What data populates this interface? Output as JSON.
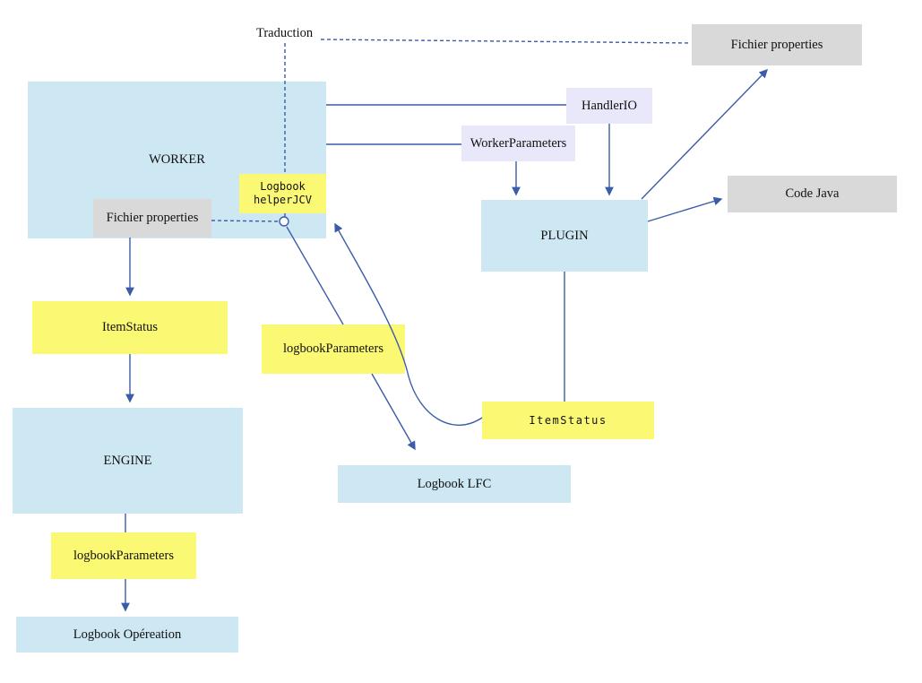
{
  "diagram": {
    "nodes": {
      "traduction": "Traduction",
      "fichier_properties_top": "Fichier properties",
      "worker": "WORKER",
      "fichier_properties_worker": "Fichier properties",
      "logbook_helper_line1": "Logbook",
      "logbook_helper_line2": "helperJCV",
      "handler_io": "HandlerIO",
      "worker_parameters": "WorkerParameters",
      "plugin": "PLUGIN",
      "code_java": "Code Java",
      "item_status_worker": "ItemStatus",
      "engine": "ENGINE",
      "logbook_parameters_engine": "logbookParameters",
      "logbook_operation": "Logbook Opéreation",
      "logbook_parameters_mid": "logbookParameters",
      "item_status_plugin": "ItemStatus",
      "logbook_lfc": "Logbook LFC"
    },
    "colors": {
      "node_blue": "#cde7f3",
      "node_yellow": "#fbf874",
      "node_gray": "#d9d9d9",
      "node_lavender": "#e9e7fa",
      "edge_blue": "#3b5ca8",
      "text": "#111111",
      "background": "#ffffff"
    }
  }
}
